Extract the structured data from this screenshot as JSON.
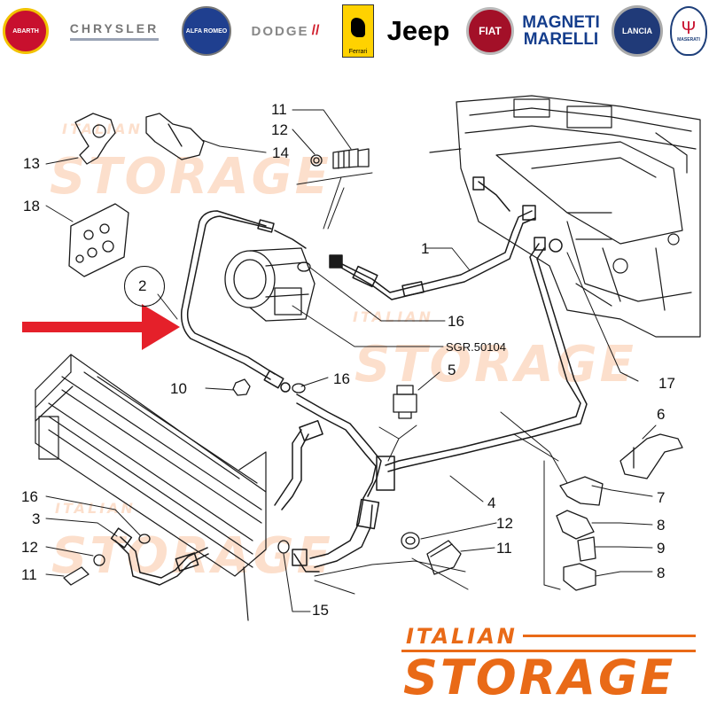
{
  "brands": {
    "abarth": "ABARTH",
    "chrysler": "CHRYSLER",
    "alfa_romeo": "ALFA ROMEO",
    "dodge": "DODGE",
    "ferrari": "Ferrari",
    "jeep": "Jeep",
    "fiat": "FIAT",
    "magneti_line1": "MAGNETI",
    "magneti_line2": "MARELLI",
    "lancia": "LANCIA",
    "maserati": "MASERATI"
  },
  "colors": {
    "arrow": "#e5202a",
    "brand_orange": "#e96a17",
    "line": "#1a1a1a"
  },
  "callouts": {
    "c13": "13",
    "c18": "18",
    "c11_top": "11",
    "c12_top": "12",
    "c14": "14",
    "c2": "2",
    "c1": "1",
    "c16_mid": "16",
    "c17": "17",
    "c10": "10",
    "c16_center": "16",
    "c5": "5",
    "c6": "6",
    "c7": "7",
    "c8_a": "8",
    "c9": "9",
    "c8_b": "8",
    "c4": "4",
    "c12_right": "12",
    "c11_right": "11",
    "c16_left": "16",
    "c3": "3",
    "c12_left": "12",
    "c11_left": "11",
    "c15": "15"
  },
  "reference": "SGR.50104",
  "watermark": {
    "word1": "ITALIAN",
    "word2": "STORAGE"
  }
}
